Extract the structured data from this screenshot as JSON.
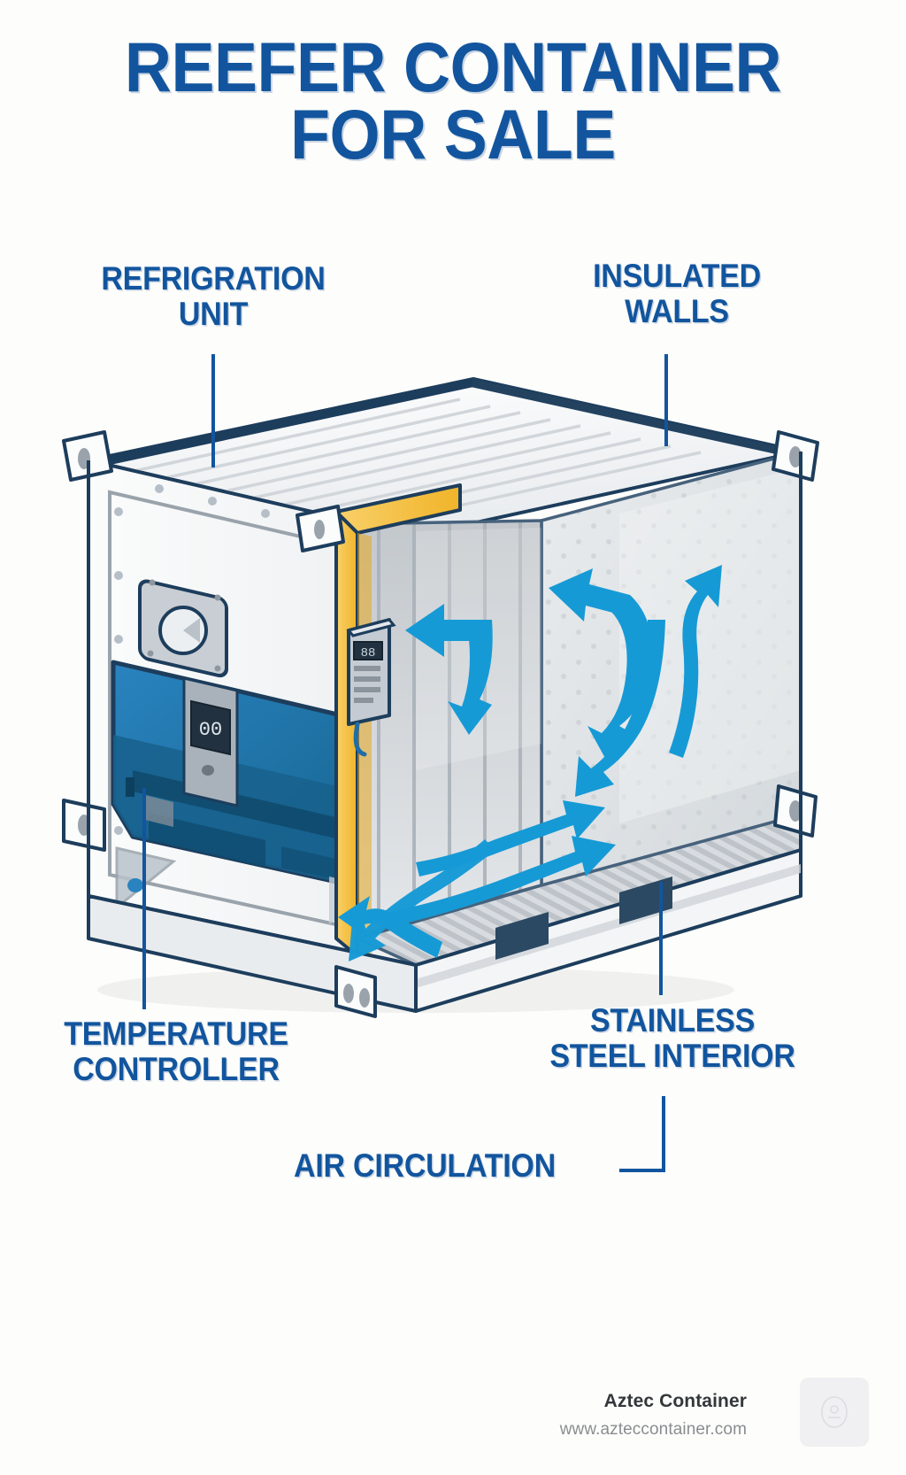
{
  "page": {
    "background_color": "#fdfdfb",
    "accent_blue": "#12559e",
    "arrow_blue": "#169ad6",
    "insulation_yellow": "#f7c847",
    "unit_blue": "#1f72ad",
    "outline_navy": "#1d3d5c"
  },
  "title": {
    "line1": "REEFER CONTAINER",
    "line2": "FOR SALE"
  },
  "labels": {
    "refrigeration_unit": "REFRIGRATION\nUNIT",
    "insulated_walls": "INSULATED\nWALLS",
    "temperature_controller": "TEMPERATURE\nCONTROLLER",
    "stainless_steel_interior": "STAINLESS\nSTEEL INTERIOR",
    "air_circulation": "AIR CIRCULATION"
  },
  "illustration": {
    "subject": "reefer-shipping-container-cutaway",
    "refrigeration_display_value": "00",
    "temperature_controller_display": "88",
    "air_arrow_count": 8
  },
  "footer": {
    "brand": "Aztec Container",
    "url": "www.azteccontainer.com",
    "logo_icon": "aztec-logo-placeholder-icon"
  }
}
